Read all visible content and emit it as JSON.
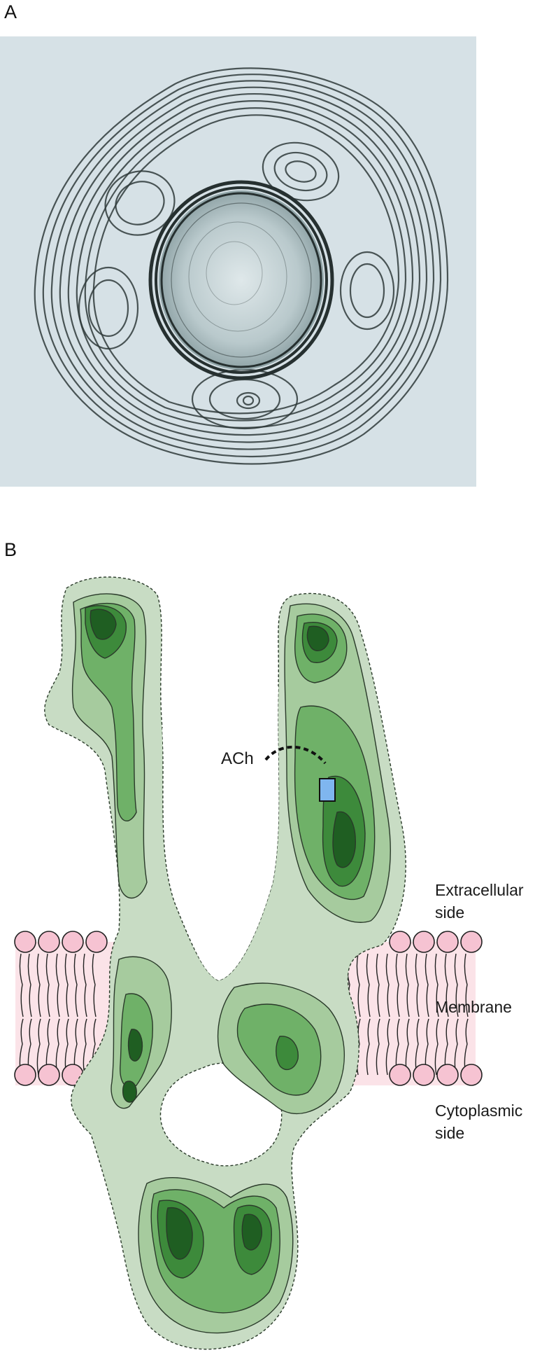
{
  "panels": {
    "a": {
      "label": "A"
    },
    "b": {
      "label": "B"
    }
  },
  "labels": {
    "ach": "ACh",
    "extracellular_line1": "Extracellular",
    "extracellular_line2": "side",
    "membrane": "Membrane",
    "cytoplasmic_line1": "Cytoplasmic",
    "cytoplasmic_line2": "side"
  },
  "colors": {
    "panel_a_background": "#d6e1e6",
    "panel_a_lines": "#2f3a3a",
    "density_lightest": "#c8dcc4",
    "density_light": "#a6cb9e",
    "density_mid": "#6fb168",
    "density_dark": "#3d8a3b",
    "density_darkest": "#1f5e22",
    "membrane_fill": "#fbe3e8",
    "lipid_heads": "#f6c3d2",
    "ach_marker": "#7fb6ef"
  }
}
